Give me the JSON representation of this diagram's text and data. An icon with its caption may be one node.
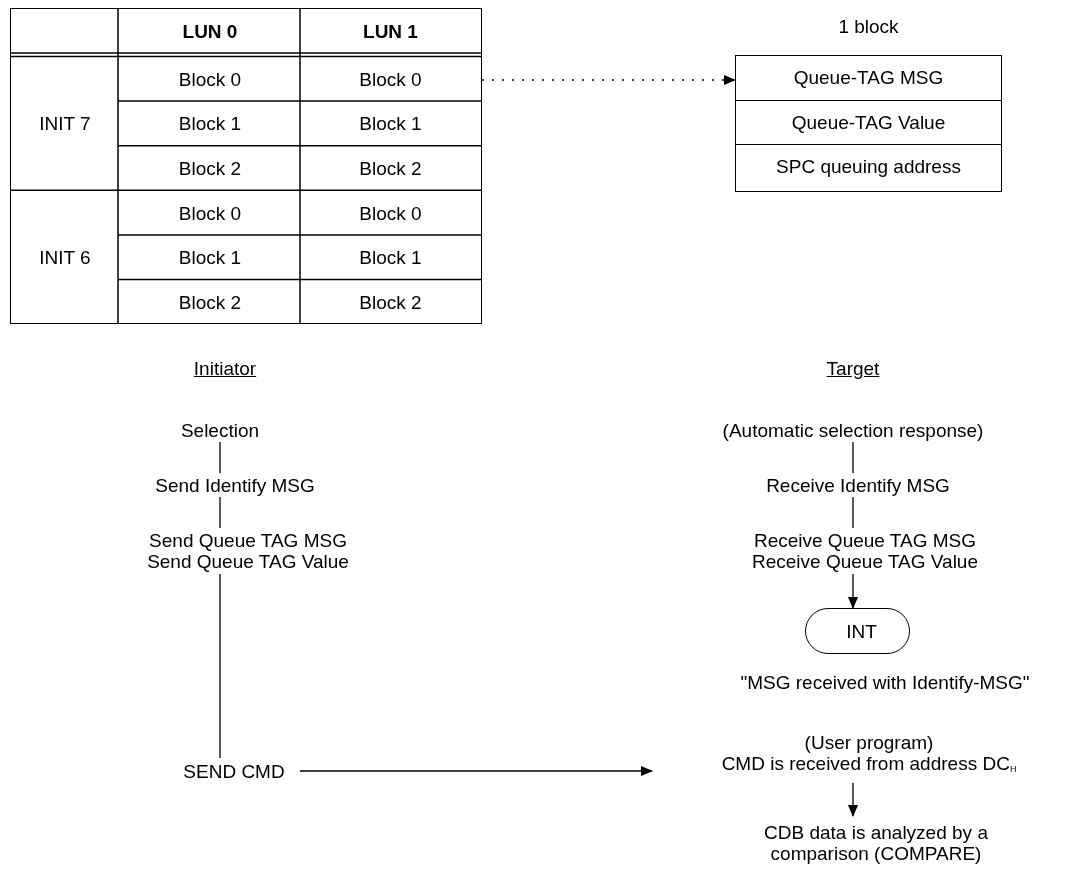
{
  "diagram": {
    "nodes": [
      {
        "text": [],
        "shape": "table"
      },
      {
        "text": [
          "Queue-TAG MSG",
          "Queue-TAG Value",
          "SPC queuing address"
        ],
        "beside": [
          "1 block"
        ]
      },
      {
        "text": [
          "Selection"
        ]
      },
      {
        "text": [
          "Send Identify MSG"
        ]
      },
      {
        "text": [
          "Send Queue TAG MSG",
          "Send Queue TAG Value"
        ]
      },
      {
        "text": [
          "SEND CMD"
        ]
      },
      {
        "text": [
          "(Automatic selection response)"
        ]
      },
      {
        "text": [
          "Receive Identify MSG"
        ]
      },
      {
        "text": [
          "Receive Queue TAG MSG",
          "Receive Queue TAG Value"
        ]
      },
      {
        "text": [
          "INT"
        ],
        "beside": [
          "\"MSG received with Identify-MSG\""
        ]
      },
      {
        "text": [
          "(User program)",
          "CMD is received from address DC$_{H}$"
        ]
      },
      {
        "text": [
          "CDB data is analyzed by a comparison (COMPARE)"
        ]
      }
    ],
    "edges": [
      {
        "from": 0,
        "to": 1,
        "arrow": "to",
        "style": "dashed"
      },
      {
        "from": 2,
        "to": 3,
        "arrow": "none"
      },
      {
        "from": 3,
        "to": 4,
        "arrow": "none"
      },
      {
        "from": 4,
        "to": 5,
        "arrow": "none"
      },
      {
        "from": 5,
        "to": 10,
        "arrow": "to"
      },
      {
        "from": 6,
        "to": 7,
        "arrow": "none"
      },
      {
        "from": 7,
        "to": 8,
        "arrow": "none"
      },
      {
        "from": 8,
        "to": 9,
        "arrow": "to"
      },
      {
        "from": 10,
        "to": 11,
        "arrow": "to"
      }
    ],
    "labels": [
      "LUN 0",
      "LUN 1",
      "INIT 7",
      "Block 0",
      "Block 0",
      "Block 1",
      "Block 1",
      "Block 2",
      "Block 2",
      "INIT 6",
      "Block 0",
      "Block 0",
      "Block 1",
      "Block 1",
      "Block 2",
      "Block 2",
      "Initiator",
      "Target"
    ]
  }
}
